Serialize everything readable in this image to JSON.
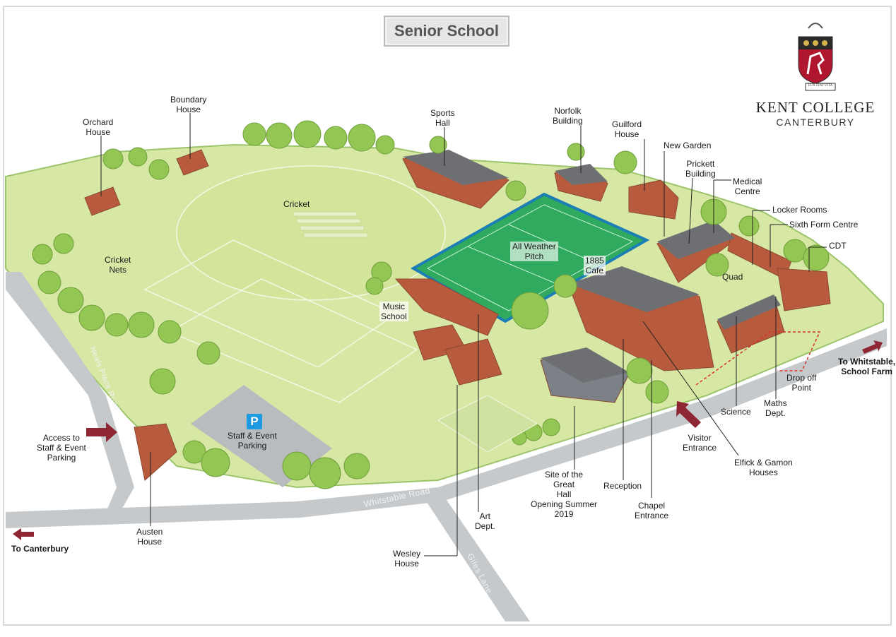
{
  "title": "Senior School",
  "logo": {
    "name": "KENT COLLEGE",
    "subtitle": "CANTERBURY",
    "motto": "LUX FIAT VITA"
  },
  "colors": {
    "field": "#cfe39a",
    "pitch": "#2faa5f",
    "road": "#c6c9cc",
    "brick": "#b85b3c",
    "roof": "#6d6f73",
    "arrow": "#8e2633",
    "parking": "#1e9be0"
  },
  "labels": {
    "orchard_house": [
      "Orchard",
      "House"
    ],
    "boundary_house": [
      "Boundary",
      "House"
    ],
    "sports_hall": [
      "Sports",
      "Hall"
    ],
    "norfolk_building": [
      "Norfolk",
      "Building"
    ],
    "guilford_house": [
      "Guilford",
      "House"
    ],
    "new_garden": [
      "New Garden"
    ],
    "prickett_building": [
      "Prickett",
      "Building"
    ],
    "medical_centre": [
      "Medical",
      "Centre"
    ],
    "locker_rooms": [
      "Locker Rooms"
    ],
    "sixth_form_centre": [
      "Sixth Form Centre"
    ],
    "cdt": [
      "CDT"
    ],
    "cricket": [
      "Cricket"
    ],
    "cricket_nets": [
      "Cricket",
      "Nets"
    ],
    "all_weather_pitch": [
      "All Weather",
      "Pitch"
    ],
    "cafe_1885": [
      "1885",
      "Cafe"
    ],
    "quad": [
      "Quad"
    ],
    "music_school": [
      "Music",
      "School"
    ],
    "staff_event_parking": [
      "Staff & Event",
      "Parking"
    ],
    "access_staff_parking": [
      "Access to",
      "Staff & Event",
      "Parking"
    ],
    "austen_house": [
      "Austen",
      "House"
    ],
    "wesley_house": [
      "Wesley",
      "House"
    ],
    "art_dept": [
      "Art",
      "Dept."
    ],
    "great_hall": [
      "Site of the",
      "Great",
      "Hall",
      "Opening Summer",
      "2019"
    ],
    "reception": [
      "Reception"
    ],
    "chapel_entrance": [
      "Chapel",
      "Entrance"
    ],
    "visitor_entrance": [
      "Visitor",
      "Entrance"
    ],
    "elfick_gamon": [
      "Elfick & Gamon",
      "Houses"
    ],
    "science": [
      "Science"
    ],
    "maths_dept": [
      "Maths",
      "Dept."
    ],
    "drop_off_point": [
      "Drop off",
      "Point"
    ],
    "to_whitstable": [
      "To Whitstable,",
      "School Farm"
    ],
    "to_canterbury": [
      "To Canterbury"
    ]
  },
  "roads": {
    "whitstable_road": "Whitstable Road",
    "giles_lane": "Giles Lane",
    "neals_place_road": "Neals Place Road"
  },
  "parking_symbol": "P"
}
